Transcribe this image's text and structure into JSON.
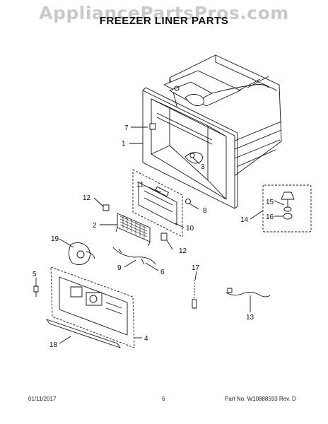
{
  "header": {
    "watermark": "AppliancePartsPros.com",
    "title": "FREEZER LINER PARTS"
  },
  "callouts": [
    "1",
    "2",
    "3",
    "4",
    "5",
    "6",
    "7",
    "8",
    "9",
    "10",
    "11",
    "12",
    "12",
    "13",
    "14",
    "15",
    "16",
    "17",
    "18",
    "19"
  ],
  "footer": {
    "date": "01/11/2017",
    "page_number": "6",
    "part_no": "Part No.  W10888593  Rev.  D"
  },
  "colors": {
    "ink": "#111111",
    "watermark": "#c9c9c9"
  }
}
